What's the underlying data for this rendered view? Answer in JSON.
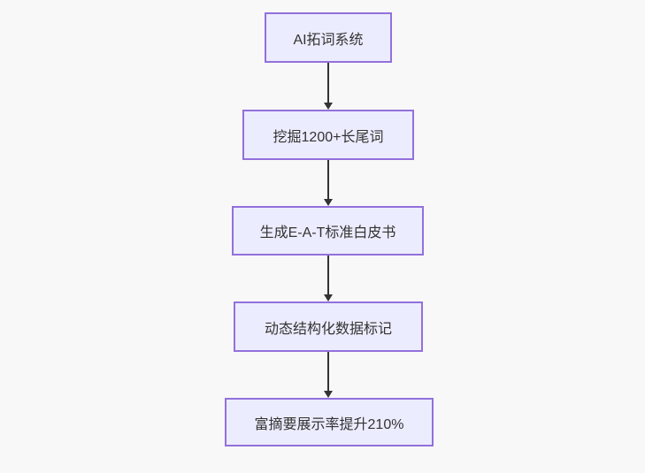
{
  "diagram": {
    "type": "flowchart",
    "direction": "top-down",
    "nodes": [
      {
        "id": "A",
        "label": "AI拓词系统"
      },
      {
        "id": "B",
        "label": "挖掘1200+长尾词"
      },
      {
        "id": "C",
        "label": "生成E-A-T标准白皮书"
      },
      {
        "id": "D",
        "label": "动态结构化数据标记"
      },
      {
        "id": "E",
        "label": "富摘要展示率提升210%"
      }
    ],
    "edges": [
      {
        "from": "A",
        "to": "B"
      },
      {
        "from": "B",
        "to": "C"
      },
      {
        "from": "C",
        "to": "D"
      },
      {
        "from": "D",
        "to": "E"
      }
    ],
    "colors": {
      "node_fill": "#ECECFF",
      "node_border": "#9370DB",
      "edge": "#333333",
      "text": "#333333",
      "background": "#F8F8F8"
    }
  }
}
